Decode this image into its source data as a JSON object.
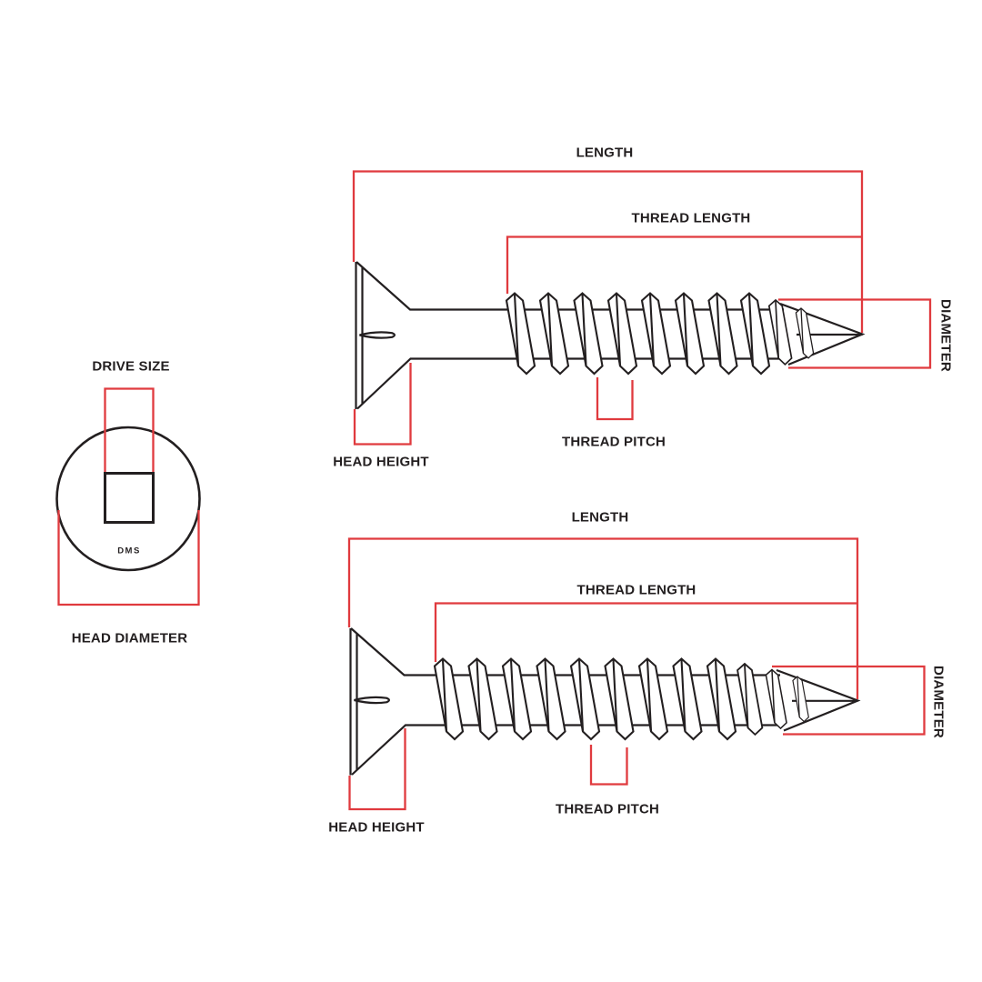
{
  "colors": {
    "accent_red": "#e03a3e",
    "line_black": "#231f20",
    "background": "#ffffff"
  },
  "front_view": {
    "drive_size_label": "DRIVE SIZE",
    "drive_marking": "DMS",
    "head_diameter_label": "HEAD DIAMETER"
  },
  "top_screw": {
    "length_label": "LENGTH",
    "thread_length_label": "THREAD LENGTH",
    "diameter_label": "DIAMETER",
    "head_height_label": "HEAD HEIGHT",
    "thread_pitch_label": "THREAD PITCH"
  },
  "bottom_screw": {
    "length_label": "LENGTH",
    "thread_length_label": "THREAD LENGTH",
    "diameter_label": "DIAMETER",
    "head_height_label": "HEAD HEIGHT",
    "thread_pitch_label": "THREAD PITCH"
  }
}
